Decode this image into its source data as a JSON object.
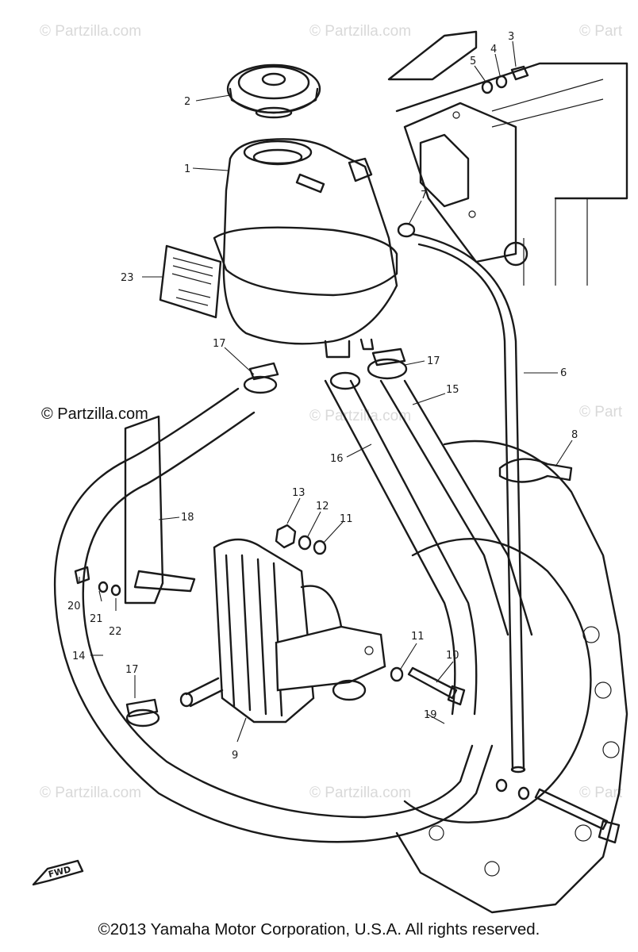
{
  "watermark": {
    "text": "© Partzilla.com",
    "partial_text": "© Part",
    "main_text": "© Partzilla.com"
  },
  "callouts": {
    "c1": "1",
    "c2": "2",
    "c3": "3",
    "c4": "4",
    "c5": "5",
    "c6": "6",
    "c7a": "7",
    "c8": "8",
    "c9": "9",
    "c10": "10",
    "c11a": "11",
    "c11b": "11",
    "c12": "12",
    "c13": "13",
    "c14": "14",
    "c15": "15",
    "c16": "16",
    "c17a": "17",
    "c17b": "17",
    "c17c": "17",
    "c18": "18",
    "c19": "19",
    "c20": "20",
    "c21": "21",
    "c22": "22",
    "c23": "23"
  },
  "fwd_label": "FWD",
  "copyright": "©2013 Yamaha Motor Corporation, U.S.A. All rights reserved.",
  "colors": {
    "line": "#1a1a1a",
    "watermark": "#d9d9d9",
    "background": "#ffffff"
  }
}
